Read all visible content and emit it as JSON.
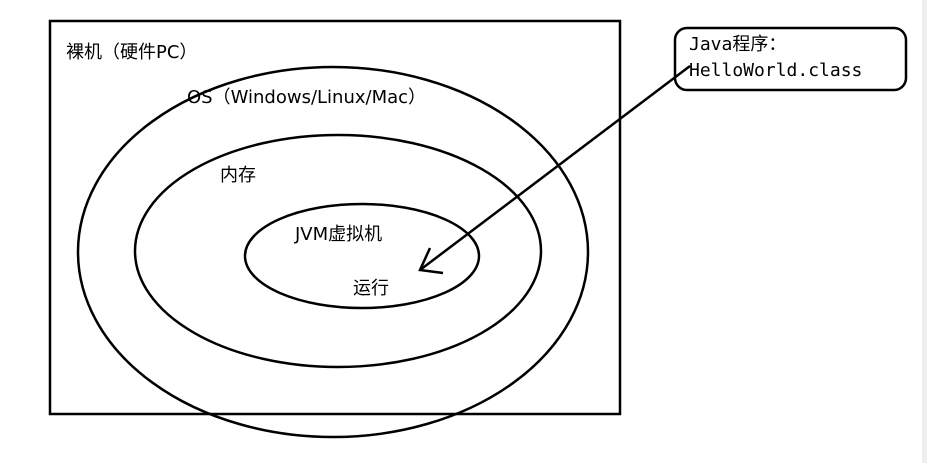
{
  "diagram": {
    "bare_machine_label": "裸机（硬件PC）",
    "os_label": "OS（Windows/Linux/Mac）",
    "memory_label": "内存",
    "jvm_label": "JVM虚拟机",
    "run_label": "运行",
    "callout": {
      "line1": "Java程序：",
      "line2": "HelloWorld.class"
    },
    "colors": {
      "stroke": "#000000",
      "background": "#ffffff"
    }
  }
}
